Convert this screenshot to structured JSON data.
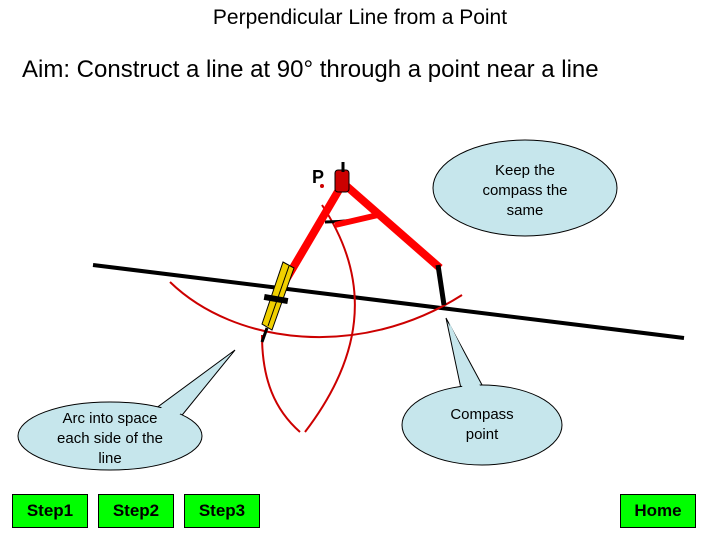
{
  "title": "Perpendicular Line from a Point",
  "aim": "Aim: Construct a line at 90° through a point near a line",
  "point_label": "P",
  "callouts": {
    "keep_same": "Keep the compass the same",
    "compass_point": "Compass point",
    "arc_into_space": "Arc into space each side of the line"
  },
  "buttons": {
    "step1": "Step1",
    "step2": "Step2",
    "step3": "Step3",
    "home": "Home"
  },
  "colors": {
    "button_bg": "#00ff00",
    "bubble_fill": "#c6e6ec",
    "arc": "#cc0000",
    "compass_arm": "#ff0000",
    "pencil": "#f0d000"
  },
  "icons": [
    "compass-icon",
    "pencil-icon"
  ]
}
